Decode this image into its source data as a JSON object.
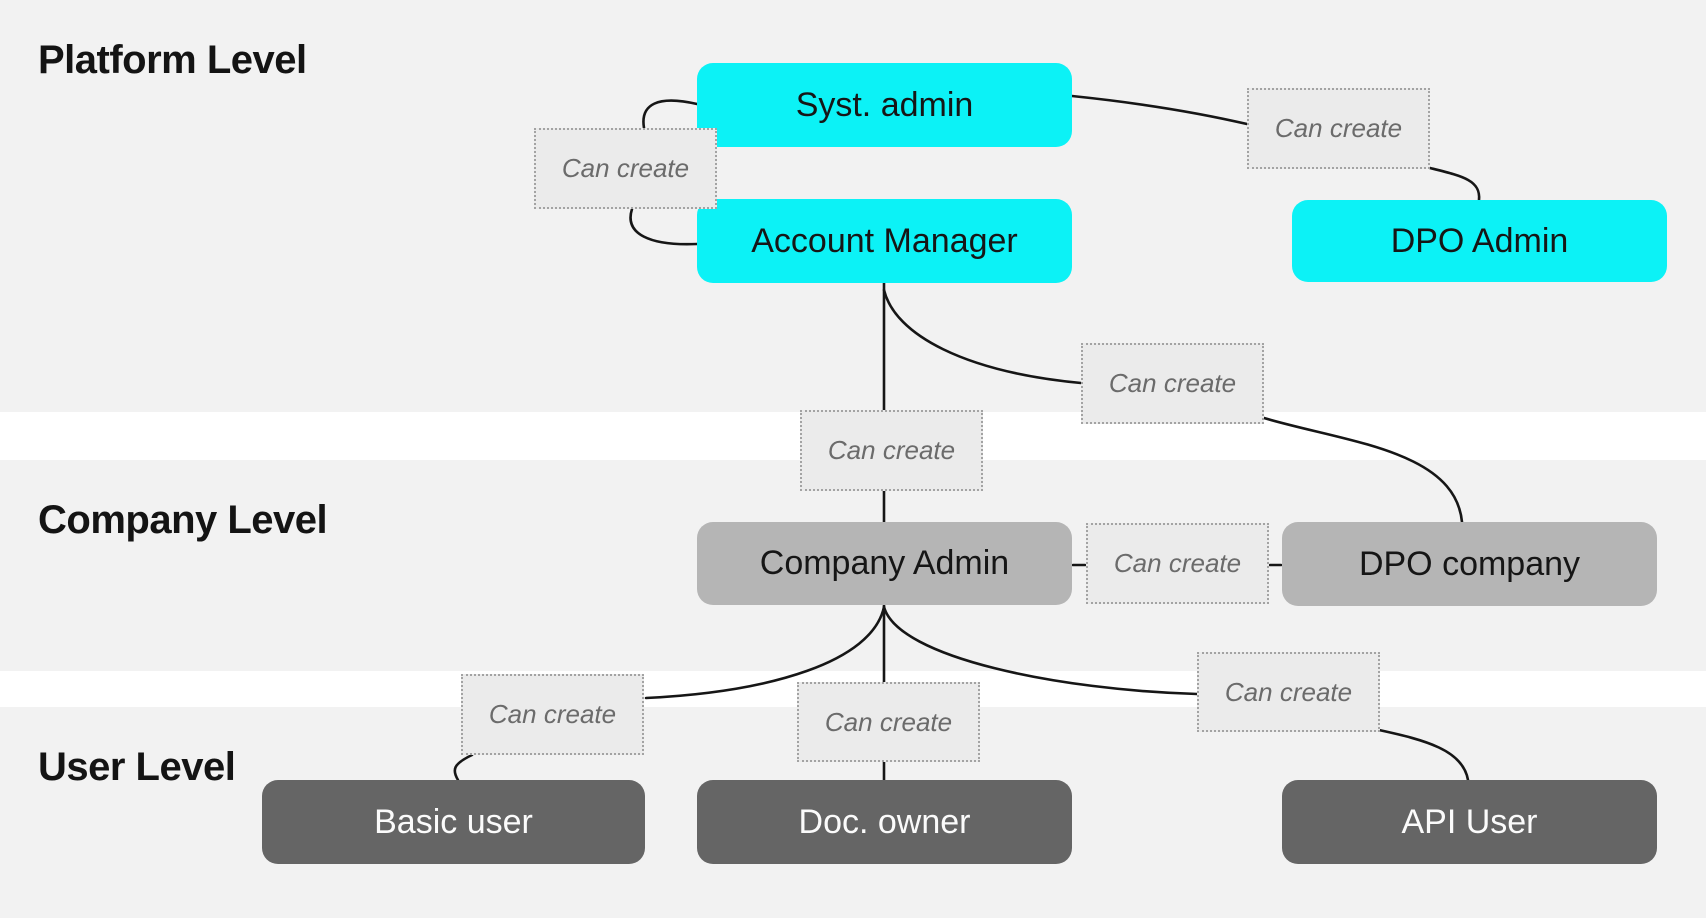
{
  "diagram": {
    "levels": [
      {
        "label": "Platform Level"
      },
      {
        "label": "Company Level"
      },
      {
        "label": "User Level"
      }
    ],
    "nodes": [
      {
        "id": "syst-admin",
        "label": "Syst. admin",
        "level": "Platform",
        "color_key": "cyan"
      },
      {
        "id": "account-manager",
        "label": "Account Manager",
        "level": "Platform",
        "color_key": "cyan"
      },
      {
        "id": "dpo-admin",
        "label": "DPO Admin",
        "level": "Platform",
        "color_key": "cyan"
      },
      {
        "id": "company-admin",
        "label": "Company Admin",
        "level": "Company",
        "color_key": "gray"
      },
      {
        "id": "dpo-company",
        "label": "DPO company",
        "level": "Company",
        "color_key": "gray"
      },
      {
        "id": "basic-user",
        "label": "Basic user",
        "level": "User",
        "color_key": "dark"
      },
      {
        "id": "doc-owner",
        "label": "Doc. owner",
        "level": "User",
        "color_key": "dark"
      },
      {
        "id": "api-user",
        "label": "API User",
        "level": "User",
        "color_key": "dark"
      }
    ],
    "edges": [
      {
        "from": "syst-admin",
        "to": "account-manager",
        "label": "Can create"
      },
      {
        "from": "syst-admin",
        "to": "dpo-admin",
        "label": "Can create"
      },
      {
        "from": "account-manager",
        "to": "company-admin",
        "label": "Can create"
      },
      {
        "from": "account-manager",
        "to": "dpo-company",
        "label": "Can create"
      },
      {
        "from": "company-admin",
        "to": "dpo-company",
        "label": "Can create"
      },
      {
        "from": "company-admin",
        "to": "basic-user",
        "label": "Can create"
      },
      {
        "from": "company-admin",
        "to": "doc-owner",
        "label": "Can create"
      },
      {
        "from": "company-admin",
        "to": "api-user",
        "label": "Can create"
      }
    ],
    "colors": {
      "node_cyan": "#0cf2f6",
      "node_gray": "#b5b5b5",
      "node_dark": "#656565",
      "section_bg": "#f2f2f2",
      "band_white": "#ffffff",
      "edge_label_bg": "#ebebeb",
      "edge_label_text": "#6b6b6b",
      "line": "#161616"
    }
  }
}
